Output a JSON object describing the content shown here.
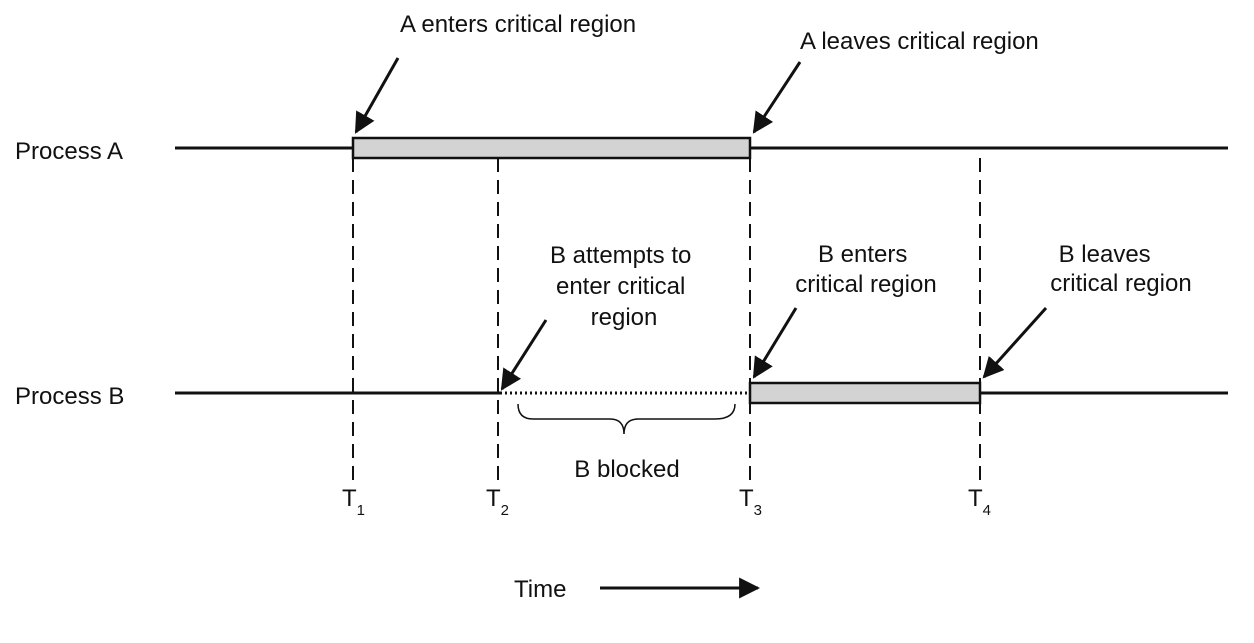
{
  "process_a": {
    "label": "Process A",
    "enters_label": "A enters critical region",
    "leaves_label": "A leaves critical region"
  },
  "process_b": {
    "label": "Process B",
    "attempts_label": [
      "B attempts to",
      "enter critical",
      "region"
    ],
    "enters_label": [
      "B enters",
      "critical region"
    ],
    "leaves_label": [
      "B leaves",
      "critical region"
    ],
    "blocked_label": "B blocked"
  },
  "time_marks": [
    {
      "main": "T",
      "sub": "1"
    },
    {
      "main": "T",
      "sub": "2"
    },
    {
      "main": "T",
      "sub": "3"
    },
    {
      "main": "T",
      "sub": "4"
    }
  ],
  "time_label": "Time",
  "colors": {
    "critical_region_fill": "#d3d3d3",
    "line": "#111111"
  }
}
